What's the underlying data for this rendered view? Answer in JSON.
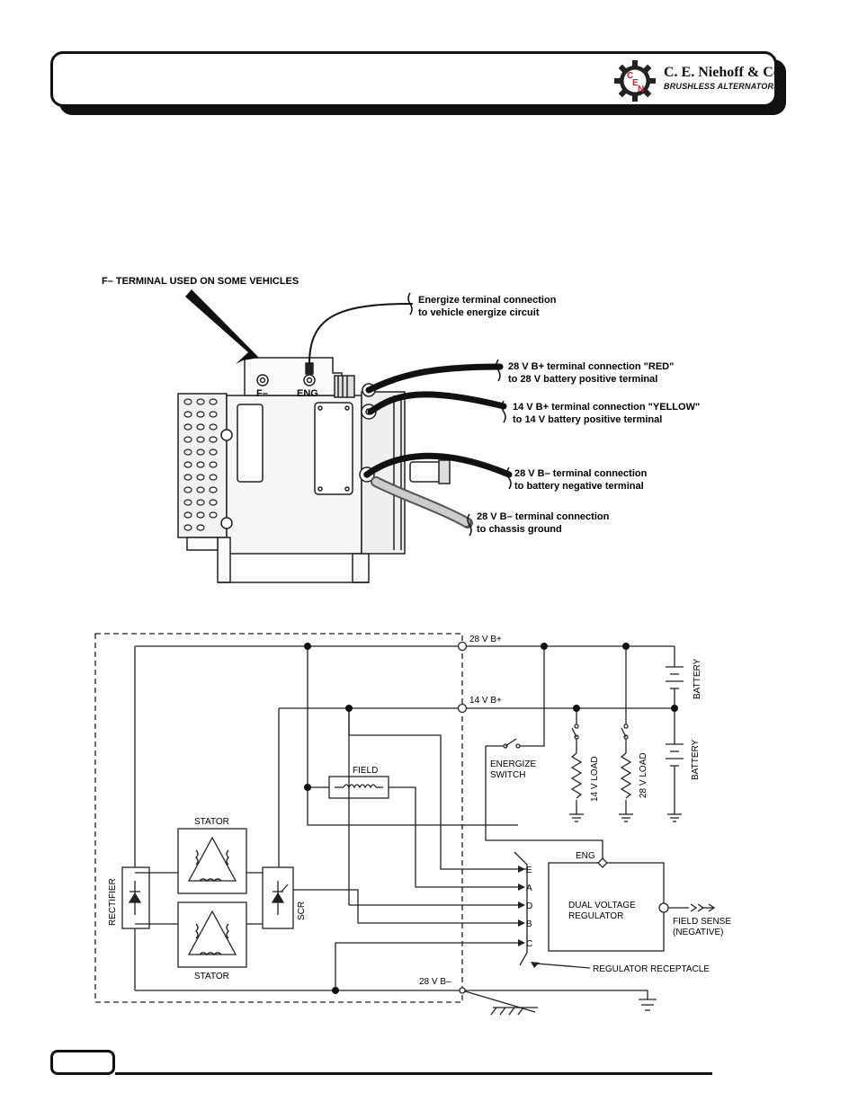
{
  "header": {
    "brand_name": "C. E. Niehoff & Co.",
    "brand_tagline": "BRUSHLESS ALTERNATORS",
    "logo_letters": [
      "C",
      "E",
      "N"
    ]
  },
  "photo_callouts": {
    "f_terminal_note": "F– TERMINAL USED ON SOME VEHICLES",
    "terminal_f": "F–",
    "terminal_eng": "ENG",
    "energize_l1": "Energize terminal connection",
    "energize_l2": "to vehicle energize circuit",
    "b28_pos_l1": "28 V B+ terminal connection \"RED\"",
    "b28_pos_l2": "to 28 V battery positive terminal",
    "b14_pos_l1": "14 V B+ terminal connection \"YELLOW\"",
    "b14_pos_l2": "to 14 V battery positive terminal",
    "b28_neg_batt_l1": "28 V B– terminal connection",
    "b28_neg_batt_l2": "to battery negative terminal",
    "b28_neg_chassis_l1": "28 V B– terminal connection",
    "b28_neg_chassis_l2": "to chassis ground"
  },
  "schematic": {
    "b28_pos": "28 V B+",
    "b14_pos": "14 V B+",
    "b28_neg": "28 V B–",
    "field": "FIELD",
    "stator_top": "STATOR",
    "stator_bottom": "STATOR",
    "rectifier": "RECTIFIER",
    "scr": "SCR",
    "energize_l1": "ENERGIZE",
    "energize_l2": "SWITCH",
    "load_14": "14 V LOAD",
    "load_28": "28 V LOAD",
    "battery_top": "BATTERY",
    "battery_bottom": "BATTERY",
    "eng": "ENG",
    "regulator_l1": "DUAL VOLTAGE",
    "regulator_l2": "REGULATOR",
    "pins": [
      "E",
      "A",
      "D",
      "B",
      "C"
    ],
    "field_sense_l1": "FIELD SENSE",
    "field_sense_l2": "(NEGATIVE)",
    "receptacle": "REGULATOR RECEPTACLE"
  },
  "colors": {
    "ink": "#111111",
    "line": "#222222",
    "photo_gray": "#e8e8e8"
  }
}
